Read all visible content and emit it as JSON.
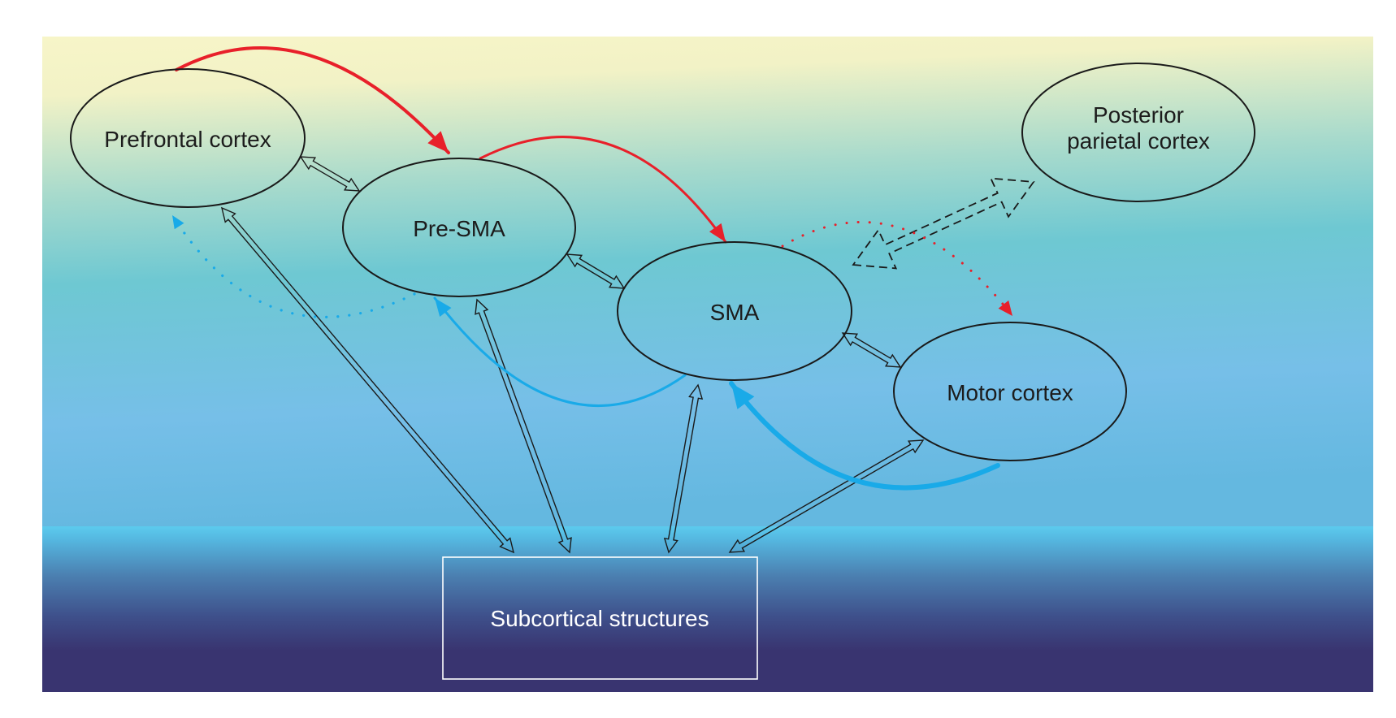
{
  "diagram": {
    "type": "brain-motor-network",
    "colors": {
      "background_top": "#f7f5c8",
      "background_mid": "#6fc7d0",
      "background_low": "#74bde8",
      "horizon": "#5ccbee",
      "subcortical_bg": "#393470",
      "node_stroke": "#1a1a1a",
      "excitatory_red": "#e8202a",
      "feedback_blue": "#19aae8",
      "box_stroke": "#ffffff"
    },
    "nodes": [
      {
        "id": "prefrontal",
        "lines": [
          "Prefrontal cortex"
        ]
      },
      {
        "id": "presma",
        "lines": [
          "Pre-SMA"
        ]
      },
      {
        "id": "sma",
        "lines": [
          "SMA"
        ]
      },
      {
        "id": "motor",
        "lines": [
          "Motor cortex"
        ]
      },
      {
        "id": "ppc",
        "lines": [
          "Posterior",
          "parietal cortex"
        ]
      }
    ],
    "subcortical": {
      "id": "subcortical",
      "label": "Subcortical structures"
    },
    "connections": [
      {
        "from": "prefrontal",
        "to": "presma",
        "style": "solid-red",
        "direction": "forward"
      },
      {
        "from": "presma",
        "to": "sma",
        "style": "solid-red",
        "direction": "forward"
      },
      {
        "from": "sma",
        "to": "motor",
        "style": "dotted-red",
        "direction": "forward"
      },
      {
        "from": "presma",
        "to": "prefrontal",
        "style": "dotted-blue",
        "direction": "forward"
      },
      {
        "from": "sma",
        "to": "presma",
        "style": "solid-blue",
        "direction": "forward"
      },
      {
        "from": "motor",
        "to": "sma",
        "style": "thick-blue",
        "direction": "forward"
      },
      {
        "from": "prefrontal",
        "to": "presma",
        "style": "hollow",
        "direction": "bidirectional"
      },
      {
        "from": "presma",
        "to": "sma",
        "style": "hollow",
        "direction": "bidirectional"
      },
      {
        "from": "sma",
        "to": "motor",
        "style": "hollow",
        "direction": "bidirectional"
      },
      {
        "from": "prefrontal",
        "to": "subcortical",
        "style": "hollow",
        "direction": "bidirectional"
      },
      {
        "from": "presma",
        "to": "subcortical",
        "style": "hollow",
        "direction": "bidirectional"
      },
      {
        "from": "sma",
        "to": "subcortical",
        "style": "hollow",
        "direction": "bidirectional"
      },
      {
        "from": "motor",
        "to": "subcortical",
        "style": "hollow",
        "direction": "bidirectional"
      },
      {
        "from": "sma",
        "to": "ppc",
        "style": "dashed-hollow",
        "direction": "bidirectional"
      }
    ]
  }
}
